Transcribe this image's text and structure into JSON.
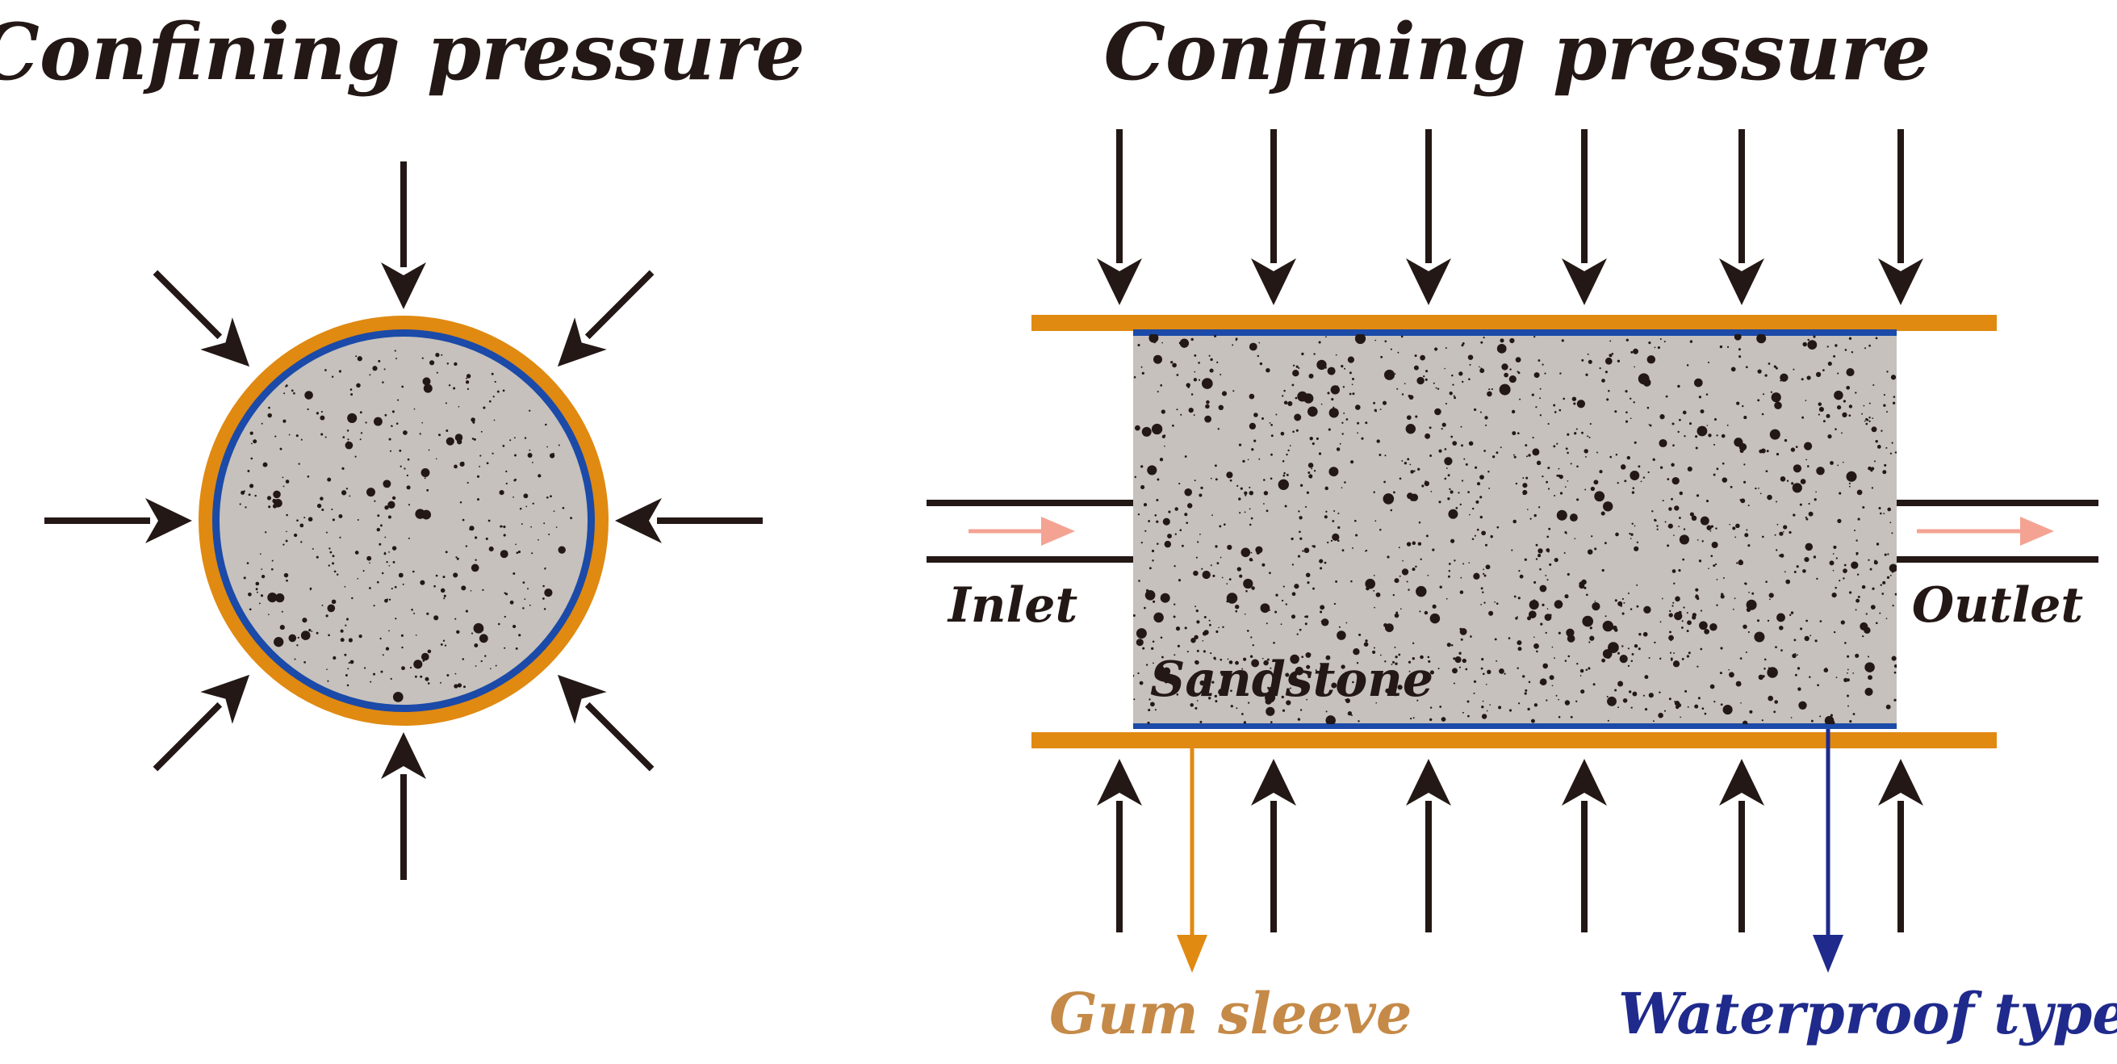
{
  "left_panel": {
    "title": "Confining pressure"
  },
  "right_panel": {
    "title": "Confining pressure",
    "inlet_label": "Inlet",
    "outlet_label": "Outlet",
    "sample_label": "Sandstone",
    "gum_sleeve_label": "Gum sleeve",
    "waterproof_label": "Waterproof type"
  },
  "colors": {
    "sleeve": "#e08a12",
    "waterproof": "#1b4aa8",
    "stone": "#c6c1bd",
    "pores": "#231815",
    "arrow": "#231815",
    "flow": "#f4a393",
    "gum_label": "#c58a48",
    "waterproof_label": "#1f2a8c"
  }
}
